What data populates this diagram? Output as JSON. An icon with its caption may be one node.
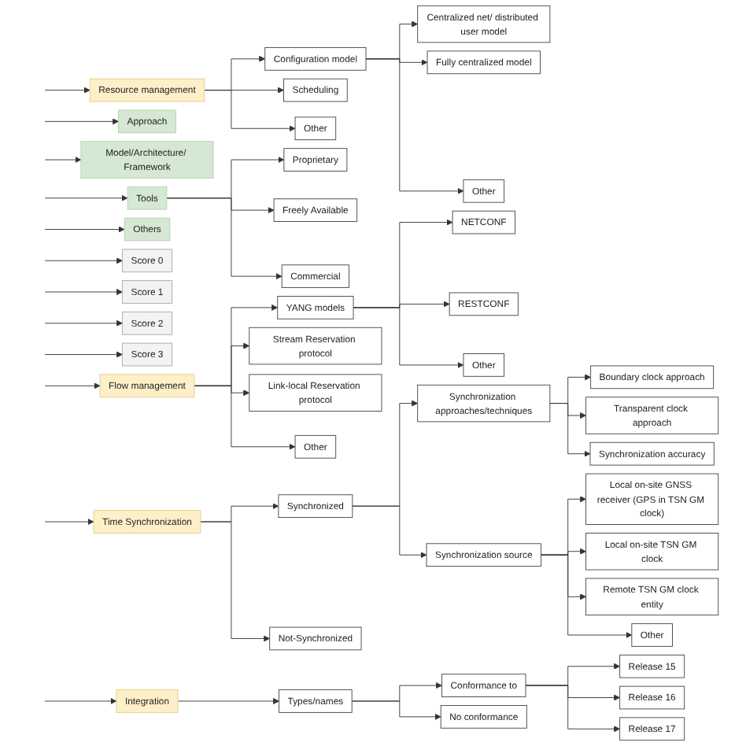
{
  "diagram": {
    "nodes": [
      {
        "text": [
          "Resource management"
        ]
      },
      {
        "text": [
          "Configuration model"
        ]
      },
      {
        "text": [
          "Scheduling"
        ]
      },
      {
        "text": [
          "Other"
        ]
      },
      {
        "text": [
          "Centralized net/ distributed user model"
        ]
      },
      {
        "text": [
          "Fully centralized model"
        ]
      },
      {
        "text": [
          "Other"
        ]
      },
      {
        "text": [
          "Approach"
        ]
      },
      {
        "text": [
          "Model/Architecture/ Framework"
        ]
      },
      {
        "text": [
          "Tools"
        ]
      },
      {
        "text": [
          "Others"
        ]
      },
      {
        "text": [
          "Proprietary"
        ]
      },
      {
        "text": [
          "Freely Available"
        ]
      },
      {
        "text": [
          "Commercial"
        ]
      },
      {
        "text": [
          "Score 0"
        ]
      },
      {
        "text": [
          "Score 1"
        ]
      },
      {
        "text": [
          "Score 2"
        ]
      },
      {
        "text": [
          "Score 3"
        ]
      },
      {
        "text": [
          "Flow management"
        ]
      },
      {
        "text": [
          "YANG models"
        ]
      },
      {
        "text": [
          "Stream Reservation protocol"
        ]
      },
      {
        "text": [
          "Link-local Reservation protocol"
        ]
      },
      {
        "text": [
          "Other"
        ]
      },
      {
        "text": [
          "NETCONF"
        ]
      },
      {
        "text": [
          "RESTCONF"
        ]
      },
      {
        "text": [
          "Other"
        ]
      },
      {
        "text": [
          "Time Synchronization"
        ]
      },
      {
        "text": [
          "Synchronized"
        ]
      },
      {
        "text": [
          "Not-Synchronized"
        ]
      },
      {
        "text": [
          "Synchronization approaches/techniques"
        ]
      },
      {
        "text": [
          "Synchronization source"
        ]
      },
      {
        "text": [
          "Boundary clock approach"
        ]
      },
      {
        "text": [
          "Transparent clock approach"
        ]
      },
      {
        "text": [
          "Synchronization accuracy"
        ]
      },
      {
        "text": [
          "Local on-site GNSS receiver (GPS in TSN GM clock)"
        ]
      },
      {
        "text": [
          "Local on-site TSN GM clock"
        ]
      },
      {
        "text": [
          "Remote TSN GM clock entity"
        ]
      },
      {
        "text": [
          "Other"
        ]
      },
      {
        "text": [
          "Integration"
        ]
      },
      {
        "text": [
          "Types/names"
        ]
      },
      {
        "text": [
          "Conformance to"
        ]
      },
      {
        "text": [
          "No conformance"
        ]
      },
      {
        "text": [
          "Release 15"
        ]
      },
      {
        "text": [
          "Release 16"
        ]
      },
      {
        "text": [
          "Release 17"
        ]
      }
    ],
    "edges": [
      {
        "from": null,
        "to": 0,
        "arrow": "to"
      },
      {
        "from": 0,
        "to": 1,
        "arrow": "to"
      },
      {
        "from": 0,
        "to": 2,
        "arrow": "to"
      },
      {
        "from": 0,
        "to": 3,
        "arrow": "to"
      },
      {
        "from": 1,
        "to": 4,
        "arrow": "to"
      },
      {
        "from": 1,
        "to": 5,
        "arrow": "to"
      },
      {
        "from": 1,
        "to": 6,
        "arrow": "to"
      },
      {
        "from": null,
        "to": 7,
        "arrow": "to"
      },
      {
        "from": null,
        "to": 8,
        "arrow": "to"
      },
      {
        "from": null,
        "to": 9,
        "arrow": "to"
      },
      {
        "from": null,
        "to": 10,
        "arrow": "to"
      },
      {
        "from": 9,
        "to": 11,
        "arrow": "to"
      },
      {
        "from": 9,
        "to": 12,
        "arrow": "to"
      },
      {
        "from": 9,
        "to": 13,
        "arrow": "to"
      },
      {
        "from": null,
        "to": 14,
        "arrow": "to"
      },
      {
        "from": null,
        "to": 15,
        "arrow": "to"
      },
      {
        "from": null,
        "to": 16,
        "arrow": "to"
      },
      {
        "from": null,
        "to": 17,
        "arrow": "to"
      },
      {
        "from": null,
        "to": 18,
        "arrow": "to"
      },
      {
        "from": 18,
        "to": 19,
        "arrow": "to"
      },
      {
        "from": 18,
        "to": 20,
        "arrow": "to"
      },
      {
        "from": 18,
        "to": 21,
        "arrow": "to"
      },
      {
        "from": 18,
        "to": 22,
        "arrow": "to"
      },
      {
        "from": 19,
        "to": 23,
        "arrow": "to"
      },
      {
        "from": 19,
        "to": 24,
        "arrow": "to"
      },
      {
        "from": 19,
        "to": 25,
        "arrow": "to"
      },
      {
        "from": null,
        "to": 26,
        "arrow": "to"
      },
      {
        "from": 26,
        "to": 27,
        "arrow": "to"
      },
      {
        "from": 26,
        "to": 28,
        "arrow": "to"
      },
      {
        "from": 27,
        "to": 29,
        "arrow": "to"
      },
      {
        "from": 27,
        "to": 30,
        "arrow": "to"
      },
      {
        "from": 29,
        "to": 31,
        "arrow": "to"
      },
      {
        "from": 29,
        "to": 32,
        "arrow": "to"
      },
      {
        "from": 29,
        "to": 33,
        "arrow": "to"
      },
      {
        "from": 30,
        "to": 34,
        "arrow": "to"
      },
      {
        "from": 30,
        "to": 35,
        "arrow": "to"
      },
      {
        "from": 30,
        "to": 36,
        "arrow": "to"
      },
      {
        "from": 30,
        "to": 37,
        "arrow": "to"
      },
      {
        "from": null,
        "to": 38,
        "arrow": "to"
      },
      {
        "from": 38,
        "to": 39,
        "arrow": "to"
      },
      {
        "from": 39,
        "to": 40,
        "arrow": "to"
      },
      {
        "from": 39,
        "to": 41,
        "arrow": "to"
      },
      {
        "from": 40,
        "to": 42,
        "arrow": "to"
      },
      {
        "from": 40,
        "to": 43,
        "arrow": "to"
      },
      {
        "from": 40,
        "to": 44,
        "arrow": "to"
      }
    ]
  }
}
